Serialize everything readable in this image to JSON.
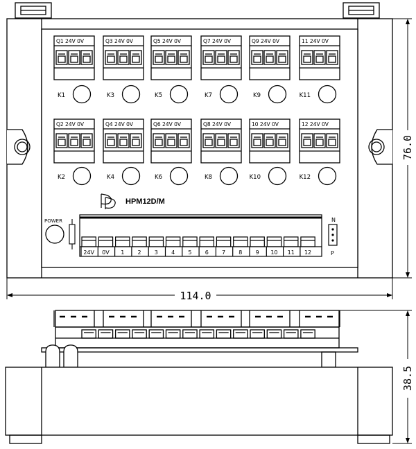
{
  "top_connectors": [
    {
      "label": "Q1 24V 0V",
      "button": "K1"
    },
    {
      "label": "Q3 24V 0V",
      "button": "K3"
    },
    {
      "label": "Q5 24V 0V",
      "button": "K5"
    },
    {
      "label": "Q7 24V 0V",
      "button": "K7"
    },
    {
      "label": "Q9 24V 0V",
      "button": "K9"
    },
    {
      "label": "11 24V 0V",
      "button": "K11"
    }
  ],
  "bottom_connectors": [
    {
      "label": "Q2 24V 0V",
      "button": "K2"
    },
    {
      "label": "Q4 24V 0V",
      "button": "K4"
    },
    {
      "label": "Q6 24V 0V",
      "button": "K6"
    },
    {
      "label": "Q8 24V 0V",
      "button": "K8"
    },
    {
      "label": "10 24V 0V",
      "button": "K10"
    },
    {
      "label": "12 24V 0V",
      "button": "K12"
    }
  ],
  "model": "HPM12D/M",
  "power_label": "POWER",
  "jumper_top": "N",
  "jumper_bottom": "P",
  "terminals": [
    "24V",
    "0V",
    "1",
    "2",
    "3",
    "4",
    "5",
    "6",
    "7",
    "8",
    "9",
    "10",
    "11",
    "12"
  ],
  "dimensions": {
    "width": "114.0",
    "height": "76.0",
    "depth": "38.5"
  }
}
